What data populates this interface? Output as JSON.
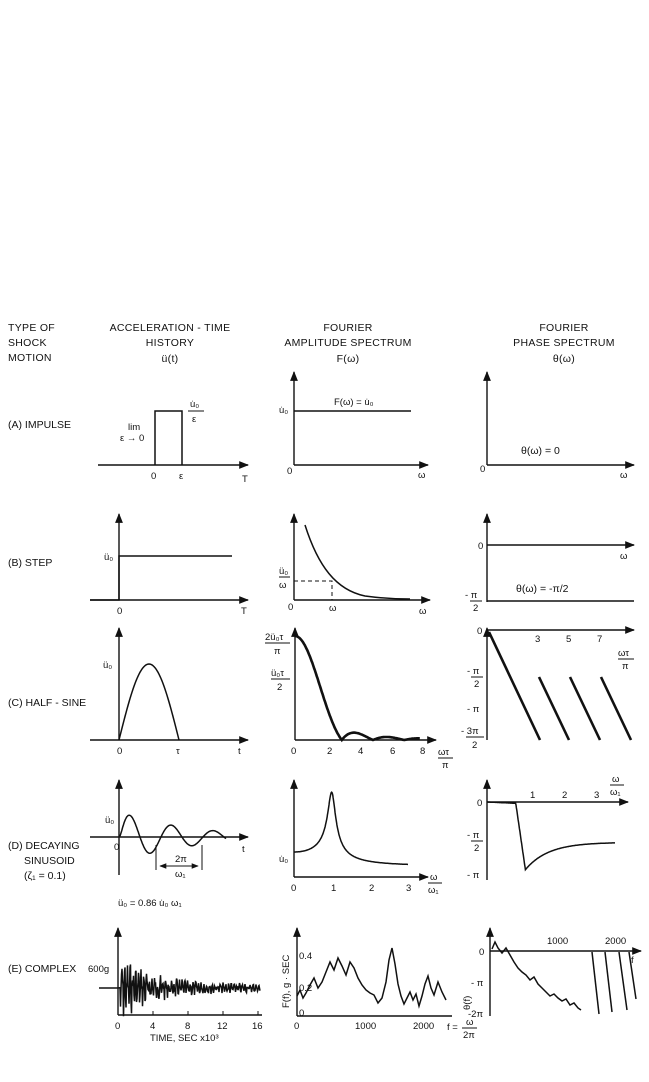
{
  "headers": {
    "col1": [
      "TYPE OF",
      "SHOCK",
      "MOTION"
    ],
    "col2": [
      "ACCELERATION - TIME",
      "HISTORY",
      "ü(t)"
    ],
    "col3": [
      "FOURIER",
      "AMPLITUDE SPECTRUM",
      "F(ω)"
    ],
    "col4": [
      "FOURIER",
      "PHASE SPECTRUM",
      "θ(ω)"
    ]
  },
  "rows": [
    {
      "label": [
        "(A) IMPULSE"
      ]
    },
    {
      "label": [
        "(B) STEP"
      ]
    },
    {
      "label": [
        "(C) HALF - SINE"
      ]
    },
    {
      "label": [
        "(D) DECAYING",
        "SINUSOID",
        "(ζ₁ = 0.1)"
      ]
    },
    {
      "label": [
        "(E) COMPLEX"
      ]
    }
  ],
  "texts": {
    "a_t_u0eps": "u̇₀",
    "a_t_eps_den": "ε",
    "a_t_lim": "lim",
    "a_t_limsub": "ε → 0",
    "a_t_0": "0",
    "a_t_eps": "ε",
    "a_t_T": "T",
    "a_a_u0": "u̇₀",
    "a_a_formula": "F(ω) = u̇₀",
    "a_a_0": "0",
    "a_a_w": "ω",
    "a_p_formula": "θ(ω) = 0",
    "a_p_0": "0",
    "a_p_w": "ω",
    "b_t_u0": "ü₀",
    "b_t_0": "0",
    "b_t_T": "T",
    "b_a_num": "ü₀",
    "b_a_den": "ω",
    "b_a_0": "0",
    "b_a_wmark": "ω",
    "b_a_w": "ω",
    "b_p_0": "0",
    "b_p_w": "ω",
    "b_p_formula": "θ(ω) = -π/2",
    "b_p_mpi": "- π",
    "b_p_2": "2",
    "c_t_u0": "ü₀",
    "c_t_0": "0",
    "c_t_tau": "τ",
    "c_t_t": "t",
    "c_a_top": "2ü₀τ",
    "c_a_topden": "π",
    "c_a_mid": "ü₀τ",
    "c_a_midden": "2",
    "c_a_x": [
      "0",
      "2",
      "4",
      "6",
      "8"
    ],
    "c_a_xl": "ωτ",
    "c_a_xlden": "π",
    "c_p_0": "0",
    "c_p_x": [
      "3",
      "5",
      "7"
    ],
    "c_p_xl": "ωτ",
    "c_p_xlden": "π",
    "c_p_y": [
      "- π",
      "2",
      "- π",
      "- 3π",
      "2"
    ],
    "d_t_u0": "ü₀",
    "d_t_0": "0",
    "d_t_t": "t",
    "d_t_2pi": "2π",
    "d_t_w1": "ω₁",
    "d_t_formula": "ü₀ = 0.86 u̇₀ ω₁",
    "d_a_u0": "u̇₀",
    "d_a_x": [
      "0",
      "1",
      "2",
      "3"
    ],
    "d_a_xl": "ω",
    "d_a_xlden": "ω₁",
    "d_p_0": "0",
    "d_p_x": [
      "1",
      "2",
      "3"
    ],
    "d_p_xl": "ω",
    "d_p_xlden": "ω₁",
    "d_p_y": [
      "- π",
      "2",
      "- π"
    ],
    "e_t_600": "600g",
    "e_t_x": [
      "0",
      "4",
      "8",
      "12",
      "16"
    ],
    "e_t_xl": "TIME, SEC x10³",
    "e_a_yl": "F(f), g · SEC",
    "e_a_y": [
      "0.4",
      "0.2",
      "0"
    ],
    "e_a_x": [
      "0",
      "1000",
      "2000"
    ],
    "e_a_f": "f =",
    "e_a_fnum": "ω",
    "e_a_fden": "2π",
    "e_p_yl": "θ(f)",
    "e_p_x": [
      "1000",
      "2000"
    ],
    "e_p_f": "f",
    "e_p_y": [
      "0",
      "- π",
      "-2π"
    ]
  }
}
